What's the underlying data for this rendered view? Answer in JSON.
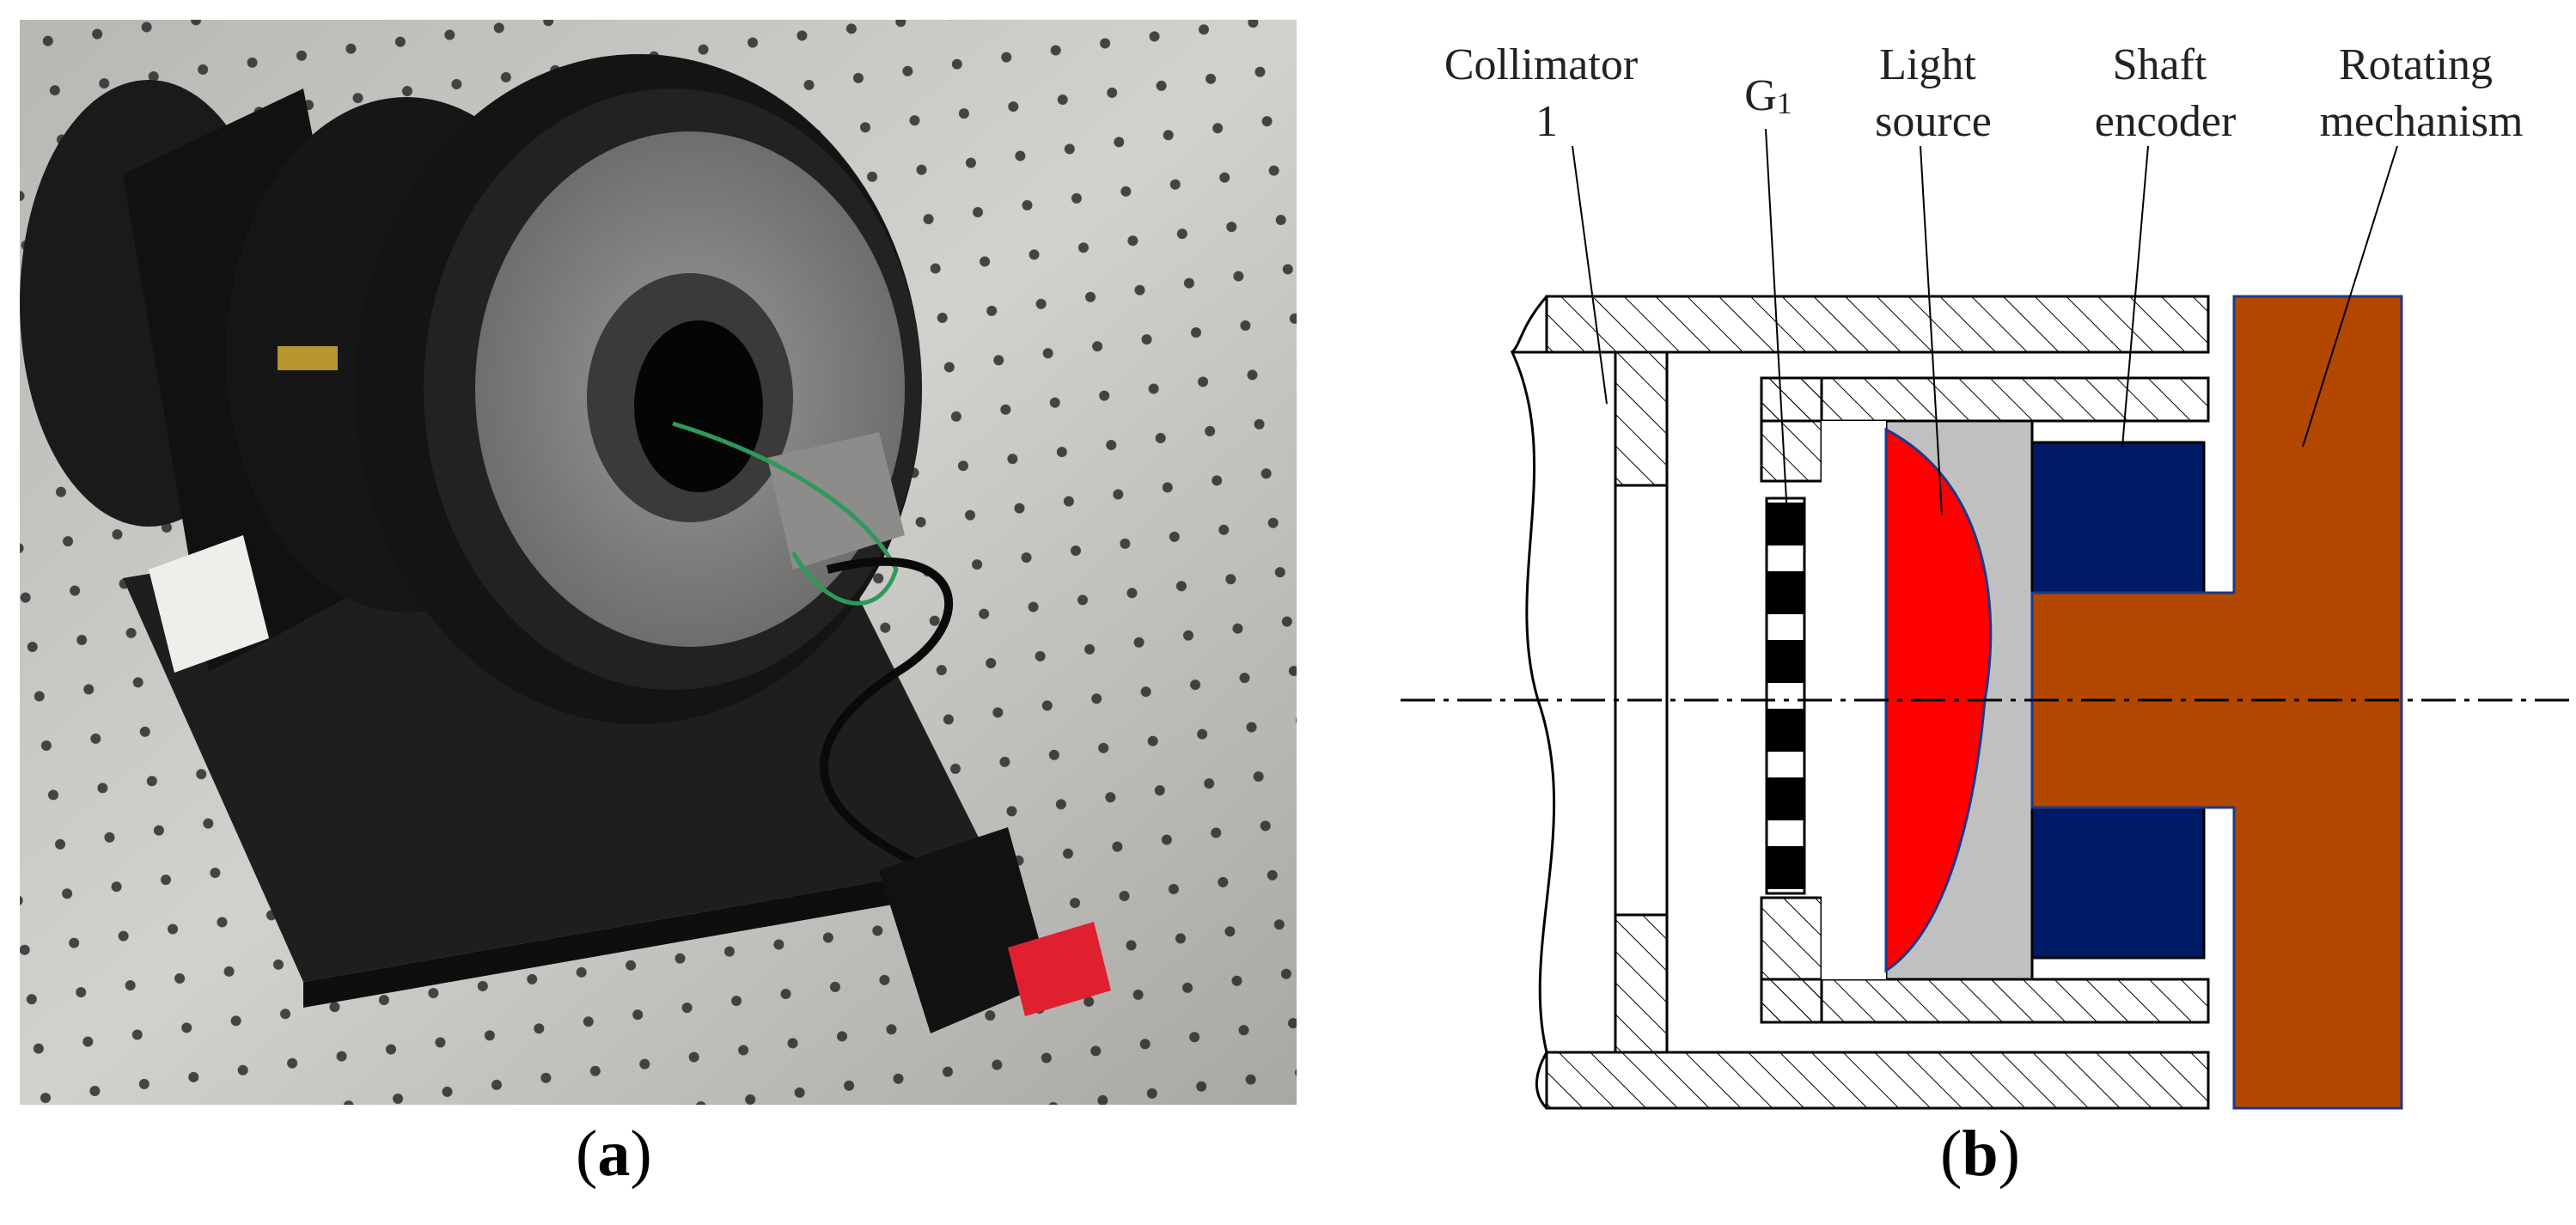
{
  "subfigures": {
    "a": {
      "label_open": "(",
      "letter": "a",
      "label_close": ")"
    },
    "b": {
      "label_open": "(",
      "letter": "b",
      "label_close": ")"
    }
  },
  "diagram": {
    "labels": {
      "collimator": [
        "Collimator",
        "1"
      ],
      "grating": {
        "main": "G",
        "sub": "1"
      },
      "light_source": [
        "Light",
        "source"
      ],
      "shaft_encoder": [
        "Shaft",
        "encoder"
      ],
      "rotating_mechanism": [
        "Rotating",
        "mechanism"
      ]
    },
    "colors": {
      "light_source": "#ff0000",
      "shaft_encoder": "#001a66",
      "rotating_mechanism": "#b34700",
      "housing_fill": "#c0c0c0",
      "hatch": "#000000"
    }
  }
}
